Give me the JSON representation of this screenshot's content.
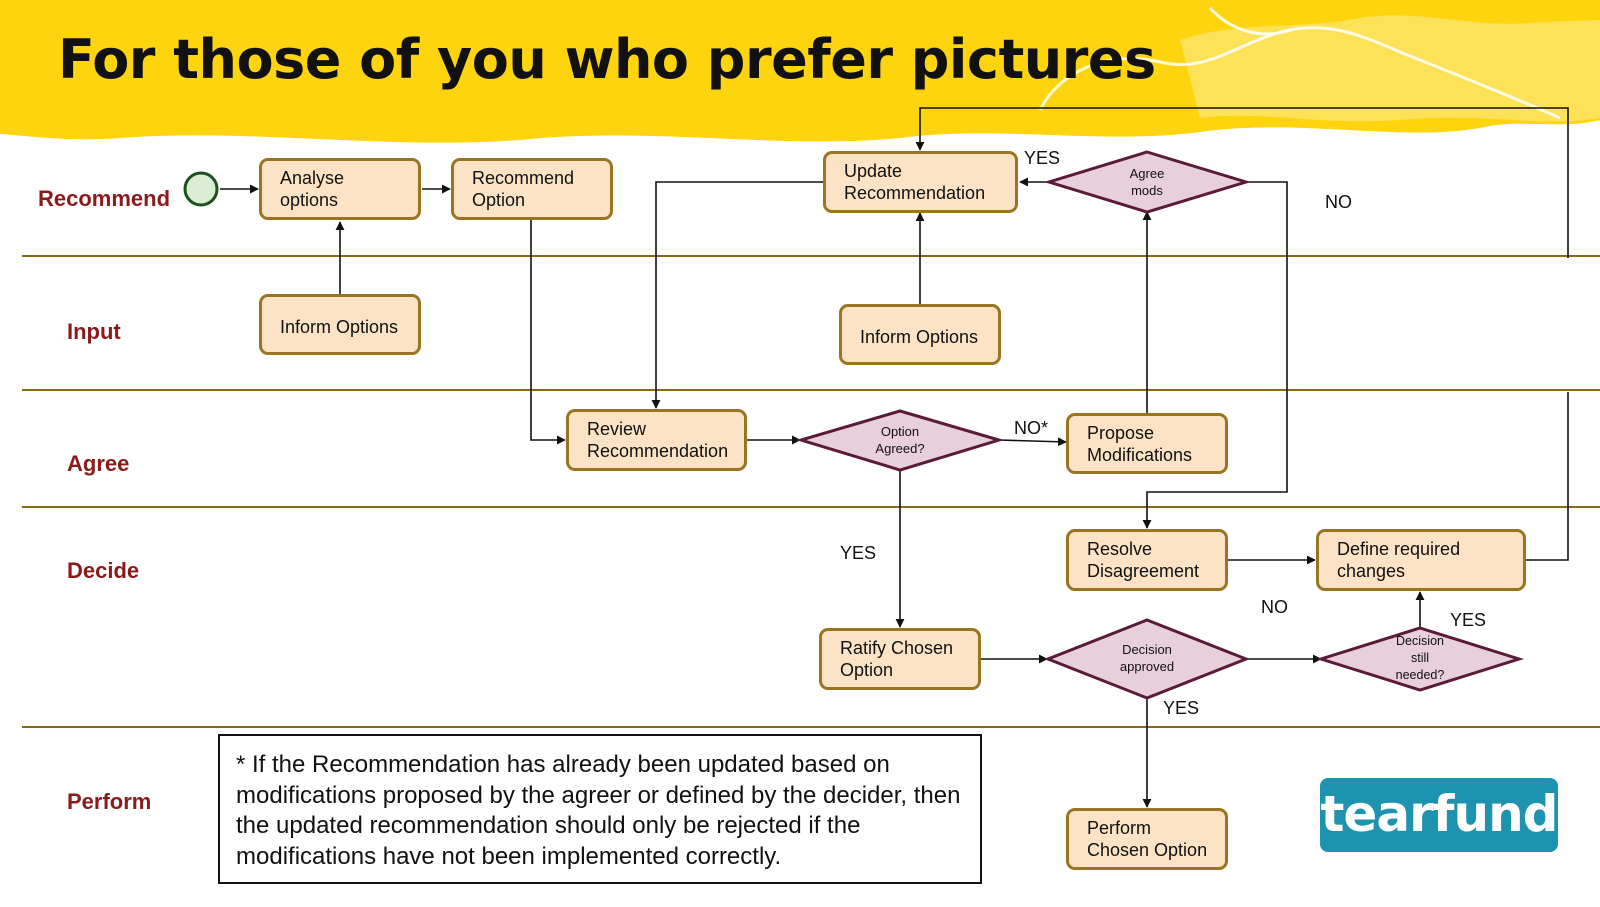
{
  "title": "For those of you who prefer pictures",
  "lanes": [
    "Recommend",
    "Input",
    "Agree",
    "Decide",
    "Perform"
  ],
  "nodes": {
    "analyse": "Analyse\noptions",
    "recommend": "Recommend\nOption",
    "update": "Update\nRecommendation",
    "inform1": "Inform Options",
    "inform2": "Inform Options",
    "review": "Review\nRecommendation",
    "propose": "Propose\nModifications",
    "resolve": "Resolve\nDisagreement",
    "define": "Define required\nchanges",
    "ratify": "Ratify Chosen\nOption",
    "perform": "Perform\nChosen Option"
  },
  "decisions": {
    "agree_mods": "Agree\nmods",
    "option_agreed": "Option\nAgreed?",
    "decision_approved": "Decision\napproved",
    "decision_needed": "Decision\nstill\nneeded?"
  },
  "edge_labels": {
    "yes_update": "YES",
    "no_agree": "NO",
    "no_star": "NO*",
    "yes_ratify": "YES",
    "no_approved": "NO",
    "yes_needed": "YES",
    "yes_perform": "YES"
  },
  "note": "* If the Recommendation has already been updated based on modifications proposed by the agreer or defined by the decider, then the updated recommendation should only be rejected if the modifications have not been implemented correctly.",
  "logo": "tearfund",
  "colors": {
    "banner": "#fdd40e",
    "box_fill": "#fde3c6",
    "box_border": "#9a7420",
    "diamond_fill": "#e8cfdc",
    "diamond_border": "#5c1a3a",
    "start_fill": "#d9ecd4",
    "lane_label": "#8b1a1a",
    "logo_bg": "#1d93b0"
  }
}
